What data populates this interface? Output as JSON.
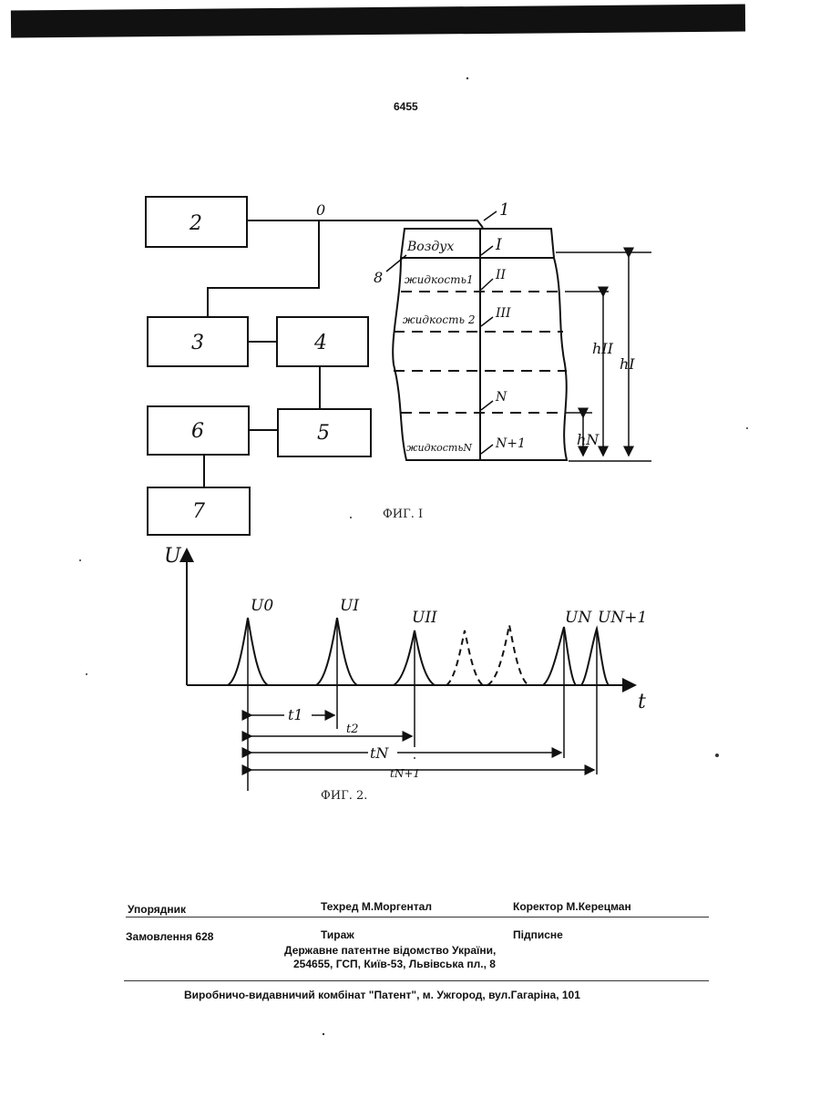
{
  "page_number": "6455",
  "fig1": {
    "blocks": [
      "2",
      "3",
      "4",
      "6",
      "5",
      "7"
    ],
    "node_label": "0",
    "vessel_label": "1",
    "region_label": "8",
    "layers": [
      {
        "name": "Воздух",
        "numeral": "I"
      },
      {
        "name": "жидкость1",
        "numeral": "II"
      },
      {
        "name": "жидкость 2",
        "numeral": "III"
      },
      {
        "name": "",
        "numeral": "N"
      },
      {
        "name": "жидкостьN",
        "numeral": "N+1"
      }
    ],
    "dim_labels": [
      "hII",
      "hI",
      "hN"
    ],
    "caption": "ФИГ. I"
  },
  "fig2": {
    "y_axis_label": "U",
    "x_axis_label": "t",
    "pulse_labels": [
      "U0",
      "UI",
      "UII",
      "UN",
      "UN+1"
    ],
    "intervals": [
      "t1",
      "t2",
      "tN",
      "tN+1"
    ],
    "caption": "ФИГ. 2."
  },
  "imprint": {
    "compiler": "Упорядник",
    "tech_editor": "Техред М.Моргентал",
    "corrector": "Коректор М.Керецман",
    "order": "Замовлення  628",
    "circulation": "Тираж",
    "subscription": "Підписне",
    "office": "Державне  патентне  відомство  України,",
    "address": "254655, ГСП, Київ-53, Львівська пл., 8",
    "publisher": "Виробничо-видавничий комбінат  \"Патент\", м. Ужгород, вул.Гагаріна, 101"
  }
}
